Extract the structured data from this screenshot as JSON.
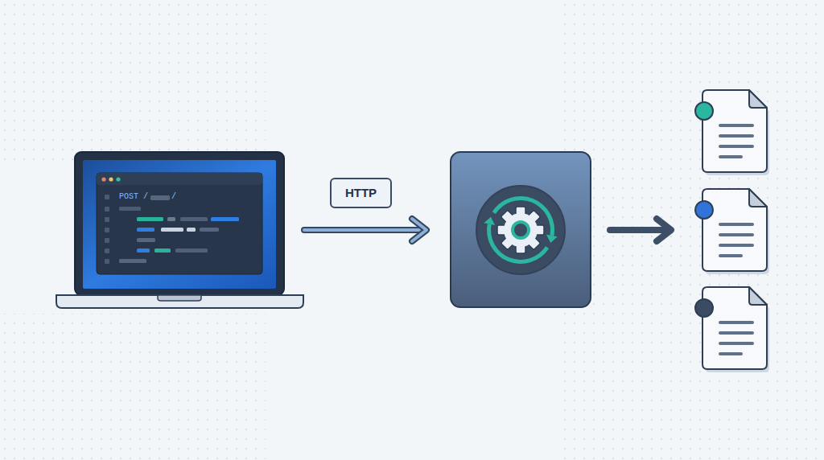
{
  "diagram": {
    "nodes": [
      {
        "text": [
          "POST /",
          "/"
        ]
      },
      {
        "text": [
          "HTTP"
        ]
      }
    ]
  }
}
